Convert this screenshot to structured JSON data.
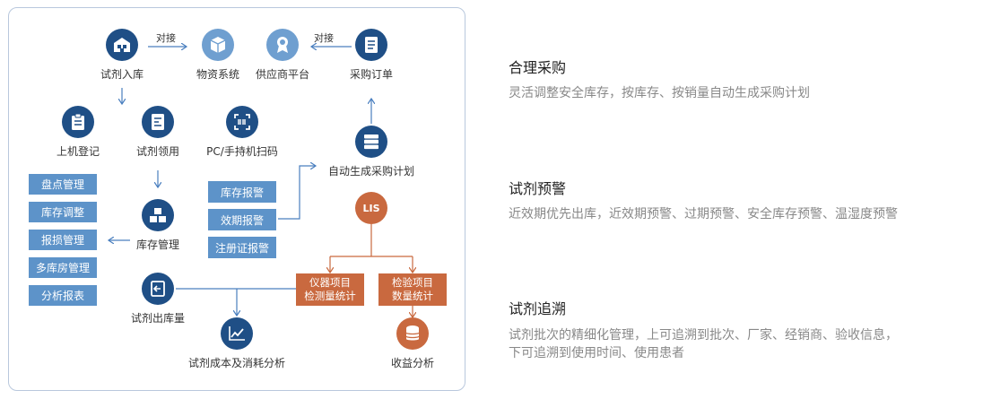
{
  "diagram": {
    "connector_labels": {
      "left_dock": "对接",
      "right_dock": "对接"
    },
    "nodes": {
      "reagent_in": "试剂入库",
      "material_system": "物资系统",
      "supplier_platform": "供应商平台",
      "purchase_order": "采购订单",
      "machine_register": "上机登记",
      "reagent_use": "试剂领用",
      "scan": "PC/手持机扫码",
      "auto_purchase_plan": "自动生成采购计划",
      "inventory_mgmt": "库存管理",
      "reagent_out": "试剂出库量",
      "cost_analysis": "试剂成本及消耗分析",
      "revenue_analysis": "收益分析",
      "lis": "LIS"
    },
    "left_boxes": [
      "盘点管理",
      "库存调整",
      "报损管理",
      "多库房管理",
      "分析报表"
    ],
    "alert_boxes": [
      "库存报警",
      "效期报警",
      "注册证报警"
    ],
    "stat_boxes": {
      "instrument": [
        "仪器项目",
        "检测量统计"
      ],
      "test": [
        "检验项目",
        "数量统计"
      ]
    },
    "colors": {
      "dark_blue": "#1f4f86",
      "light_blue": "#6f9fd0",
      "box_blue": "#5d93c9",
      "orange": "#c9693f",
      "line": "#4a7fbf"
    }
  },
  "features": [
    {
      "title": "合理采购",
      "desc": [
        "灵活调整安全库存，按库存、按销量自动生成采购计划"
      ]
    },
    {
      "title": "试剂预警",
      "desc": [
        "近效期优先出库，近效期预警、过期预警、安全库存预警、温湿度预警"
      ]
    },
    {
      "title": "试剂追溯",
      "desc": [
        "试剂批次的精细化管理，上可追溯到批次、厂家、经销商、验收信息，",
        "下可追溯到使用时间、使用患者"
      ]
    }
  ]
}
